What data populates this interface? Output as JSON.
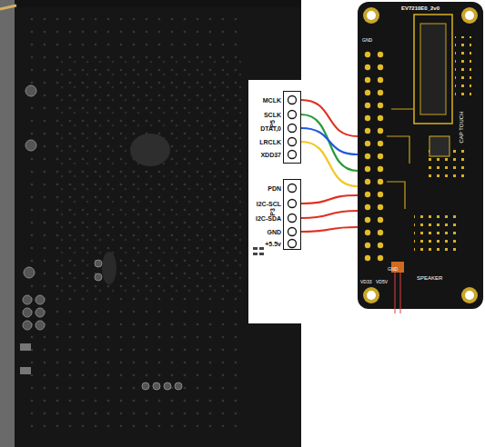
{
  "diagram": {
    "nodes": [
      {
        "text": [
          "P5"
        ]
      },
      {
        "text": [
          "P3"
        ]
      },
      {
        "text": [
          "EV7210E0_2v0"
        ]
      }
    ],
    "edges": [
      {
        "from": 0,
        "to": 2,
        "arrow": "none"
      },
      {
        "from": 0,
        "to": 2,
        "arrow": "none"
      },
      {
        "from": 0,
        "to": 2,
        "arrow": "none"
      },
      {
        "from": 0,
        "to": 2,
        "arrow": "none"
      },
      {
        "from": 1,
        "to": 2,
        "arrow": "none"
      },
      {
        "from": 1,
        "to": 2,
        "arrow": "none"
      },
      {
        "from": 1,
        "to": 2,
        "arrow": "none"
      }
    ],
    "labels": [
      "MCLK",
      "SCLK",
      "DTAT,0",
      "LRCLK",
      "XDD37",
      "PDN",
      "I2C-SCL",
      "I2C-SDA",
      "GND",
      "+5.5v",
      "CAP TOUCH",
      "SPEAKER",
      "VD33",
      "VD5V",
      "GND",
      "GND"
    ]
  }
}
